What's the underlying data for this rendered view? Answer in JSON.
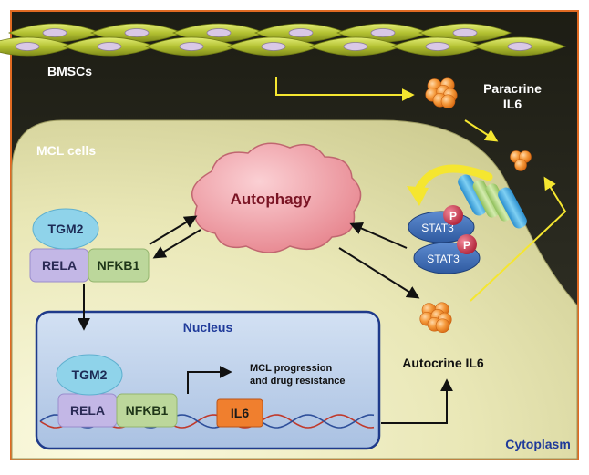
{
  "labels": {
    "bmscs": "BMSCs",
    "paracrine_line1": "Paracrine",
    "paracrine_line2": "IL6",
    "mcl_cells": "MCL cells",
    "autophagy": "Autophagy",
    "tgm2": "TGM2",
    "rela": "RELA",
    "nfkb1": "NFKB1",
    "stat3": "STAT3",
    "phospho": "P",
    "nucleus": "Nucleus",
    "outcome_line1": "MCL progression",
    "outcome_line2": "and drug resistance",
    "il6": "IL6",
    "autocrine": "Autocrine IL6",
    "cytoplasm": "Cytoplasm"
  },
  "colors": {
    "border": "#e06a22",
    "bmsc_background": "#2b2b1c",
    "bmsc_cell": "#b5c33a",
    "cell_fill": "#e8e6b4",
    "nucleus_fill": "#b9cfe8",
    "nucleus_border": "#1f3a8a",
    "autophagy_fill": "#f2a8ae",
    "tgm2": "#8fd3ea",
    "rela": "#c3b7e6",
    "nfkb1": "#bcd79b",
    "il6_box": "#f07f2e",
    "il6_particle": "#f08a2a",
    "stat3": "#3f6fb6",
    "phospho": "#c2334a",
    "receptor": "#43aee0",
    "yellow_arrow": "#f5e630"
  }
}
